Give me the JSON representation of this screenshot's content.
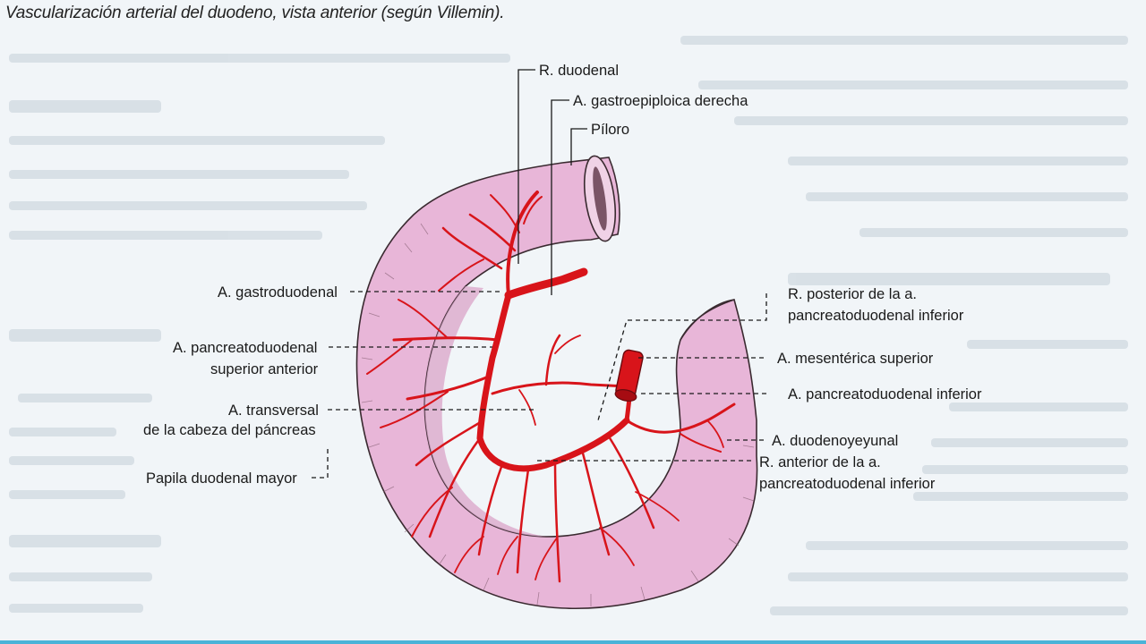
{
  "caption": "Vascularización arterial del duodeno, vista anterior (según Villemin).",
  "labels": {
    "r_duodenal": "R. duodenal",
    "gastroepiploica": "A. gastroepiploica derecha",
    "piloro": "Píloro",
    "gastroduodenal": "A. gastroduodenal",
    "pancreatoduodenal_sup_1": "A. pancreatoduodenal",
    "pancreatoduodenal_sup_2": "superior anterior",
    "transversal_1": "A. transversal",
    "transversal_2": "de la cabeza del páncreas",
    "papila": "Papila duodenal mayor",
    "r_posterior_1": "R. posterior de la a.",
    "r_posterior_2": "pancreatoduodenal inferior",
    "mesenterica": "A. mesentérica superior",
    "pancreatoduodenal_inf": "A. pancreatoduodenal inferior",
    "duodenoyeyunal": "A. duodenoyeyunal",
    "r_anterior_1": "R. anterior de la a.",
    "r_anterior_2": "pancreatoduodenal inferior"
  },
  "colors": {
    "duodenum_fill": "#e8b6d8",
    "duodenum_outline": "#3a2a30",
    "artery": "#d8141a",
    "leader": "#1a1a1a"
  }
}
